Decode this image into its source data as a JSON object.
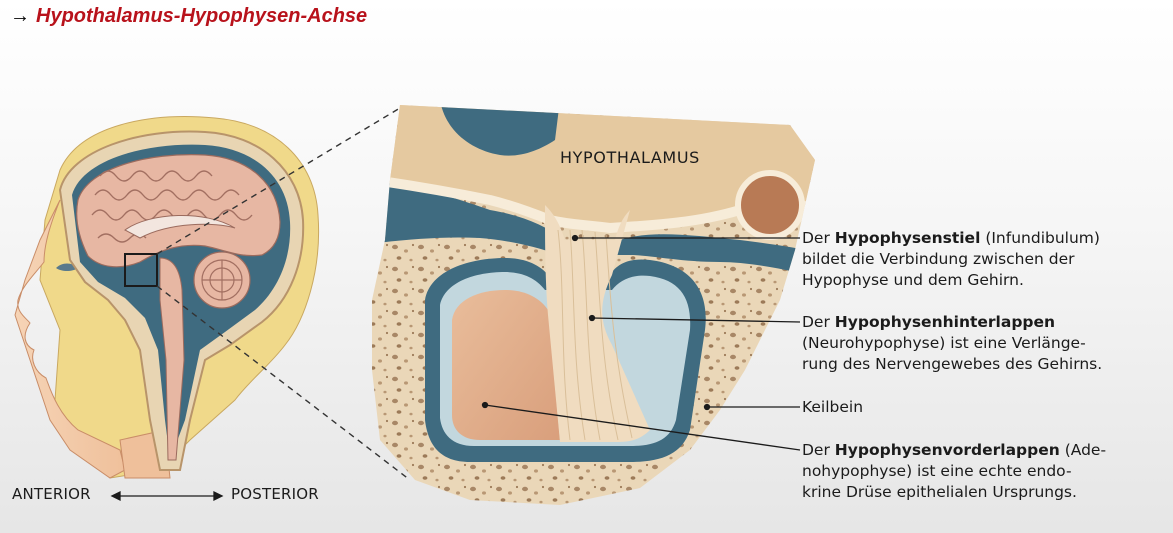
{
  "title": {
    "arrow": "→",
    "text": "Hypothalamus-Hypophysen-Achse"
  },
  "diagram": {
    "region_label": "HYPOTHALAMUS",
    "axis": {
      "anterior": "ANTERIOR",
      "posterior": "POSTERIOR"
    },
    "labels": [
      {
        "term": "Hypophysenstiel",
        "prefix": "Der ",
        "rest": " (Infundibulum)",
        "line2": "bildet die Verbindung zwischen der",
        "line3": "Hypophyse und dem Gehirn."
      },
      {
        "term": "Hypophysenhinterlappen",
        "prefix": "Der ",
        "rest": "",
        "line2": "(Neurohypophyse) ist eine Verlänge-",
        "line3": "rung des Nervengewebes des Gehirns."
      },
      {
        "plain": "Keilbein"
      },
      {
        "term": "Hypophysenvorderlappen",
        "prefix": "Der ",
        "rest": " (Ade-",
        "line2": "nohypophyse) ist eine echte endo-",
        "line3": "krine Drüse epithelialen Ursprungs."
      }
    ]
  },
  "colors": {
    "title": "#b8121b",
    "bone": "#ead7b8",
    "csf": "#3f6b80",
    "anterior_lobe": "#e0ad8b",
    "posterior_lobe": "#f0dcc0",
    "skin": "#f3c9a5",
    "hair": "#f0d98a"
  }
}
